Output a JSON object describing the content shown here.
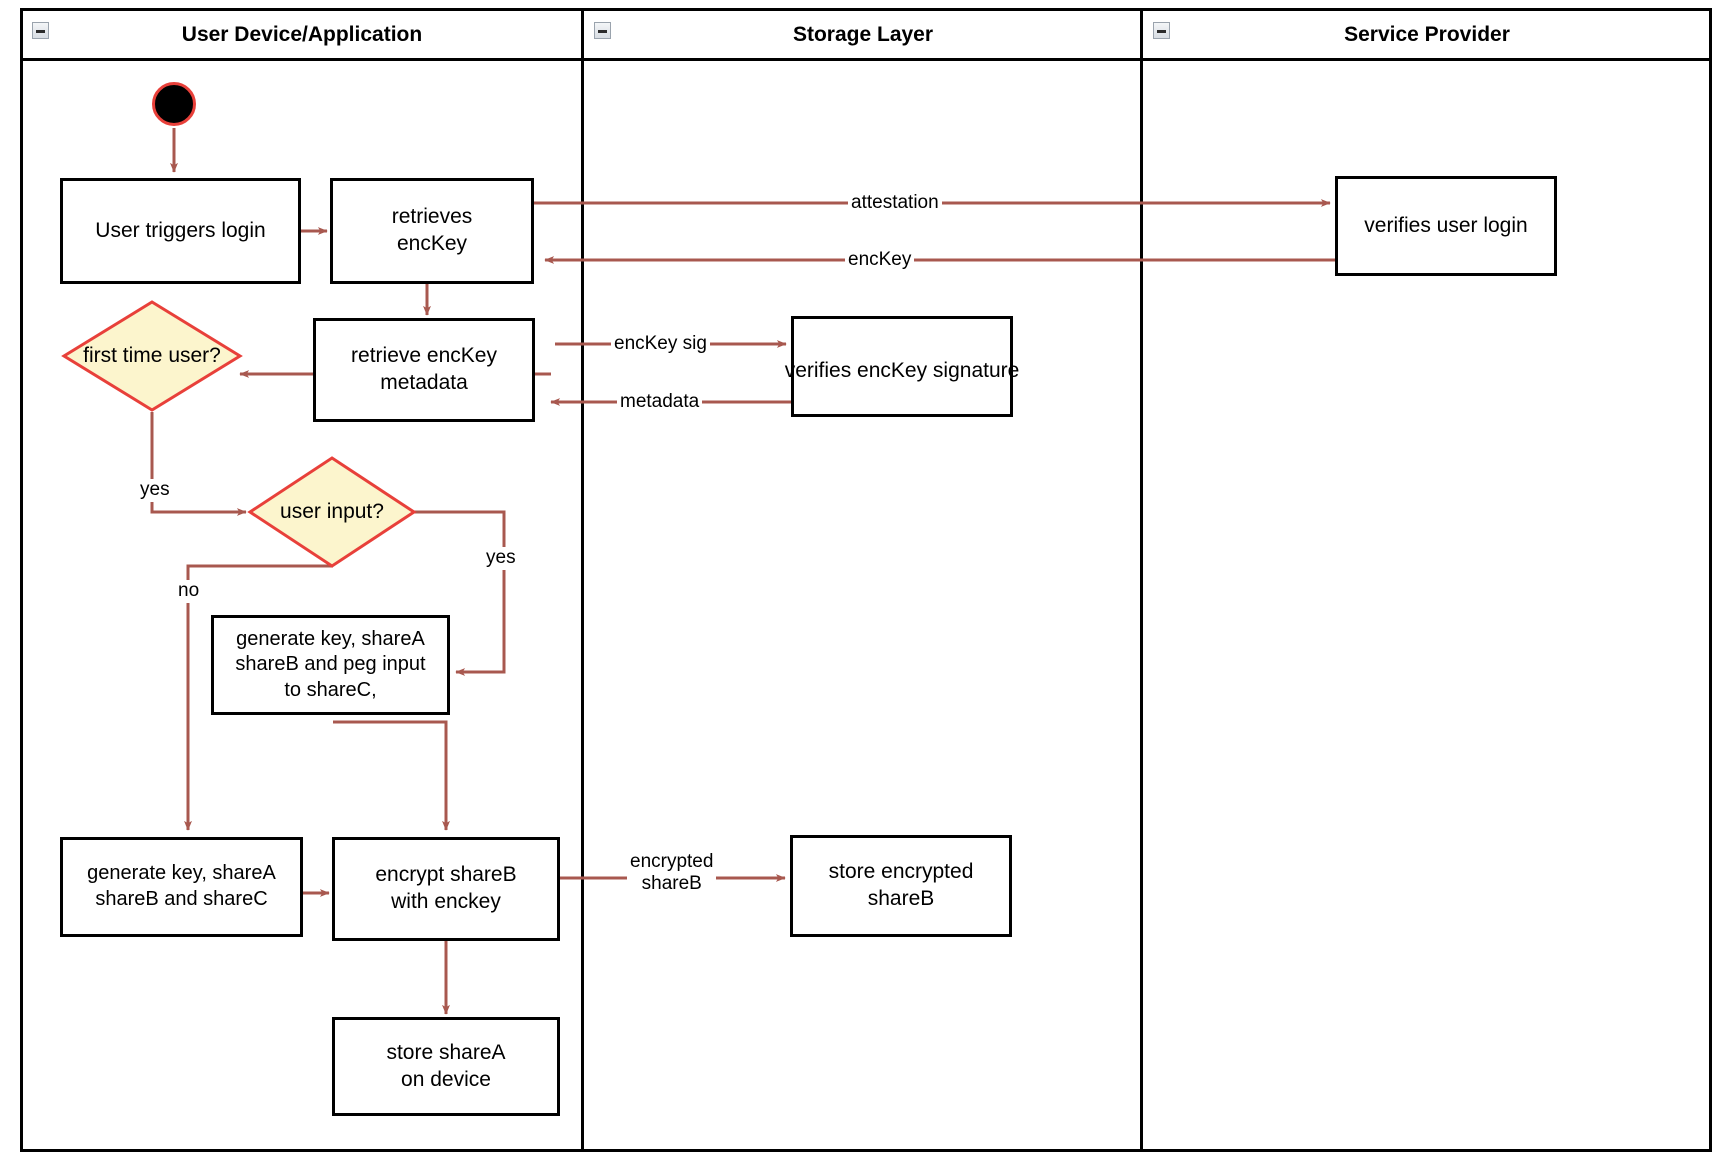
{
  "diagram": {
    "type": "uml-activity-swimlane",
    "title_bar_present": true,
    "lanes": [
      {
        "id": "user-device",
        "title": "User Device/Application",
        "collapse_icon": "minus-icon"
      },
      {
        "id": "storage-layer",
        "title": "Storage Layer",
        "collapse_icon": "minus-icon"
      },
      {
        "id": "service-provider",
        "title": "Service Provider",
        "collapse_icon": "minus-icon"
      }
    ],
    "colors": {
      "node_border": "#000000",
      "node_fill": "#ffffff",
      "decision_border": "#e8403a",
      "decision_fill": "#fcf5cd",
      "edge": "#a8584f",
      "initial_fill": "#000000",
      "initial_border": "#e8403a",
      "lane_border": "#000000",
      "text": "#000000"
    },
    "nodes": [
      {
        "id": "initial",
        "kind": "initial",
        "label": ""
      },
      {
        "id": "user-triggers-login",
        "kind": "action",
        "label": "User triggers login"
      },
      {
        "id": "retrieves-enckey",
        "kind": "action",
        "label": "retrieves\nencKey",
        "lines": [
          "retrieves",
          "encKey"
        ]
      },
      {
        "id": "verifies-user-login",
        "kind": "action",
        "label": "verifies user login",
        "lines": [
          "verifies user login"
        ]
      },
      {
        "id": "retrieve-enckey-metadata",
        "kind": "action",
        "label": "retrieve encKey\nmetadata",
        "lines": [
          "retrieve encKey",
          "metadata"
        ]
      },
      {
        "id": "verifies-enckey-signature",
        "kind": "action",
        "label": "verifies encKey signature",
        "lines": [
          "verifies encKey signature"
        ]
      },
      {
        "id": "first-time-user",
        "kind": "decision",
        "label": "first time\nuser?",
        "lines": [
          "first time",
          "user?"
        ]
      },
      {
        "id": "user-input",
        "kind": "decision",
        "label": "user input?",
        "lines": [
          "user input?"
        ]
      },
      {
        "id": "generate-peg-input",
        "kind": "action",
        "label": "generate key, shareA\nshareB and peg input\nto shareC,",
        "lines": [
          "generate key, shareA",
          "shareB and peg input",
          "to shareC,"
        ]
      },
      {
        "id": "generate-key-shares",
        "kind": "action",
        "label": "generate key, shareA\nshareB and shareC",
        "lines": [
          "generate key, shareA",
          "shareB and shareC"
        ]
      },
      {
        "id": "encrypt-shareb",
        "kind": "action",
        "label": "encrypt shareB\nwith enckey",
        "lines": [
          "encrypt shareB",
          "with enckey"
        ]
      },
      {
        "id": "store-encrypted-shareb",
        "kind": "action",
        "label": "store encrypted\nshareB",
        "lines": [
          "store encrypted",
          "shareB"
        ]
      },
      {
        "id": "store-sharea-on-device",
        "kind": "action",
        "label": "store shareA\non device",
        "lines": [
          "store shareA",
          "on device"
        ]
      }
    ],
    "edge_labels": {
      "attestation": "attestation",
      "enckey": "encKey",
      "enckey_sig": "encKey sig",
      "metadata": "metadata",
      "yes_first_time": "yes",
      "yes_user_input": "yes",
      "no_user_input": "no",
      "encrypted_shareb_line1": "encrypted",
      "encrypted_shareb_line2": "shareB"
    }
  }
}
